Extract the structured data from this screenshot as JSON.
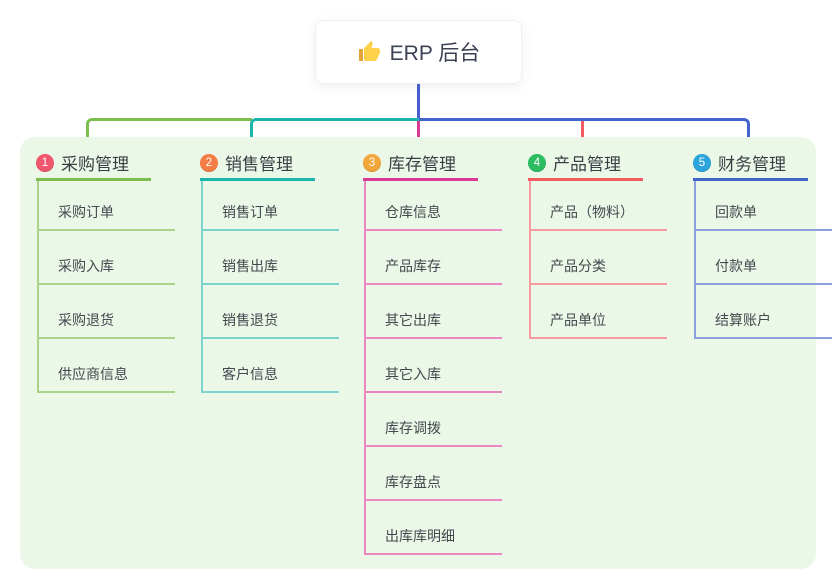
{
  "root": {
    "label": "ERP 后台",
    "icon": "thumbs-up"
  },
  "colors": {
    "canvas_bg": "#ffffff",
    "panel_bg": "#ebf7e7",
    "root_line": "#4660cb",
    "title_text": "#3a3f46",
    "node_text": "#44494f",
    "thumb_hand": "#fdd24a",
    "thumb_sleeve": "#e8a33d"
  },
  "branches": [
    {
      "index": "1",
      "label": "采购管理",
      "badge_color": "#f0566e",
      "line_color": "#7cbe50",
      "line_color_light": "#a9d489",
      "children": [
        "采购订单",
        "采购入库",
        "采购退货",
        "供应商信息"
      ]
    },
    {
      "index": "2",
      "label": "销售管理",
      "badge_color": "#f57c45",
      "line_color": "#1ab5ac",
      "line_color_light": "#7dd4ce",
      "children": [
        "销售订单",
        "销售出库",
        "销售退货",
        "客户信息"
      ]
    },
    {
      "index": "3",
      "label": "库存管理",
      "badge_color": "#f2a53a",
      "line_color": "#d93a94",
      "line_color_light": "#ea87c1",
      "children": [
        "仓库信息",
        "产品库存",
        "其它出库",
        "其它入库",
        "库存调拨",
        "库存盘点",
        "出库库明细"
      ]
    },
    {
      "index": "4",
      "label": "产品管理",
      "badge_color": "#2dbd61",
      "line_color": "#f25c60",
      "line_color_light": "#f79ba0",
      "children": [
        "产品（物料）",
        "产品分类",
        "产品单位"
      ]
    },
    {
      "index": "5",
      "label": "财务管理",
      "badge_color": "#2ba5dc",
      "line_color": "#4364cb",
      "line_color_light": "#8ba0e0",
      "children": [
        "回款单",
        "付款单",
        "结算账户"
      ]
    }
  ]
}
